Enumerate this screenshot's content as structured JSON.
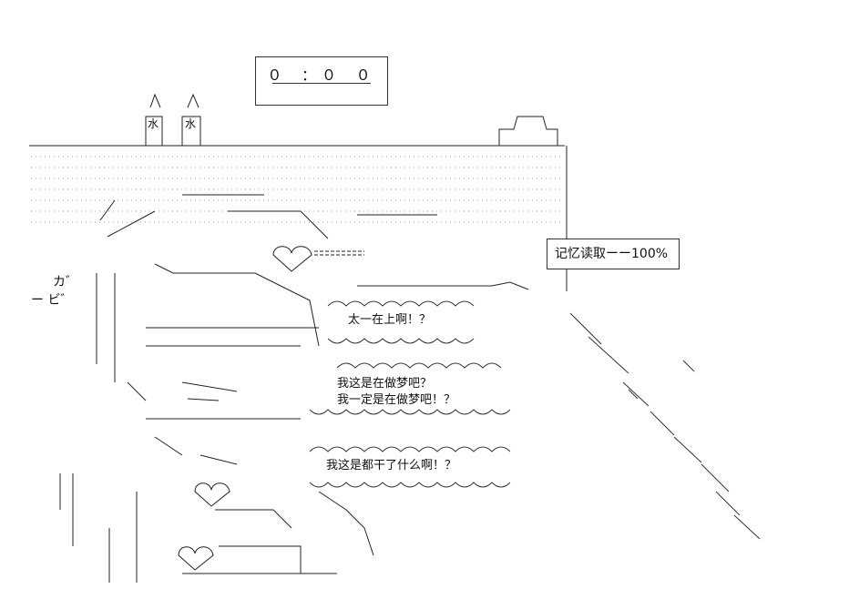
{
  "timer": {
    "value": "０ ：０ ０"
  },
  "top_signs": {
    "left": "水",
    "right": "水"
  },
  "sfx": {
    "ka": "カ゛",
    "bi": "ー ビ゛"
  },
  "memory_box": {
    "label": "记忆读取ーー100%"
  },
  "speech": [
    {
      "text": "太一在上啊！？"
    },
    {
      "text": "我这是在做梦吧？"
    },
    {
      "text": "我一定是在做梦吧！？"
    },
    {
      "text": "我这是都干了什么啊！？"
    }
  ],
  "colors": {
    "ink": "#111111",
    "paper": "#ffffff"
  }
}
